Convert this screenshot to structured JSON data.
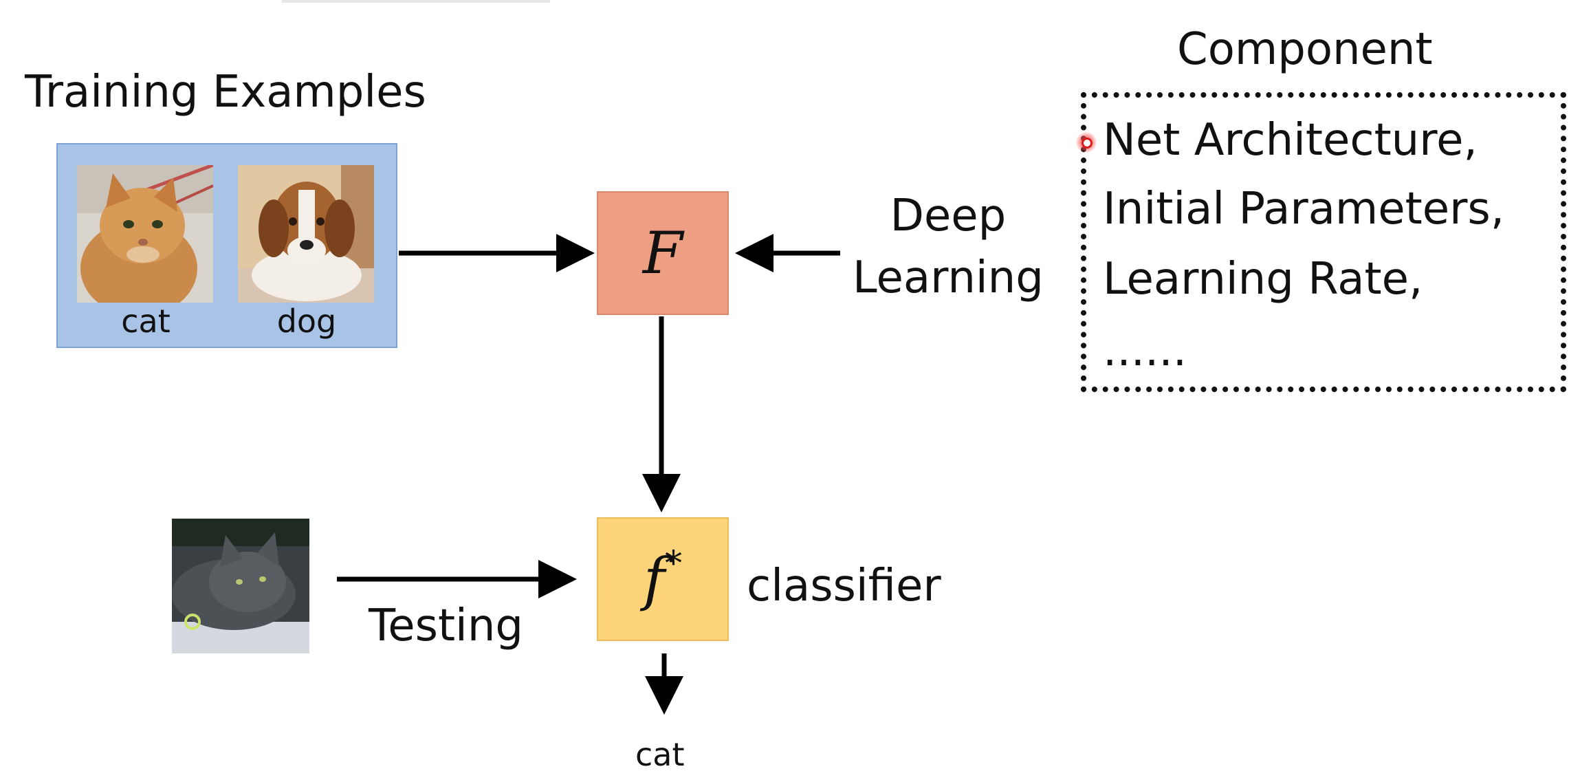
{
  "training": {
    "title": "Training Examples",
    "labels": [
      "cat",
      "dog"
    ]
  },
  "blocks": {
    "F": "F",
    "f_star_base": "f",
    "f_star_sup": "*"
  },
  "deep_learning": {
    "line1": "Deep",
    "line2": "Learning"
  },
  "component": {
    "title": "Component",
    "items": [
      "Net Architecture,",
      "Initial Parameters,",
      "Learning Rate,",
      "......"
    ]
  },
  "testing": {
    "label": "Testing",
    "classifier_label": "classifier",
    "output": "cat"
  },
  "colors": {
    "training_box": "#a8c3e6",
    "box_F": "#ee9e82",
    "box_f": "#fdd47a",
    "arrow": "#000000"
  }
}
